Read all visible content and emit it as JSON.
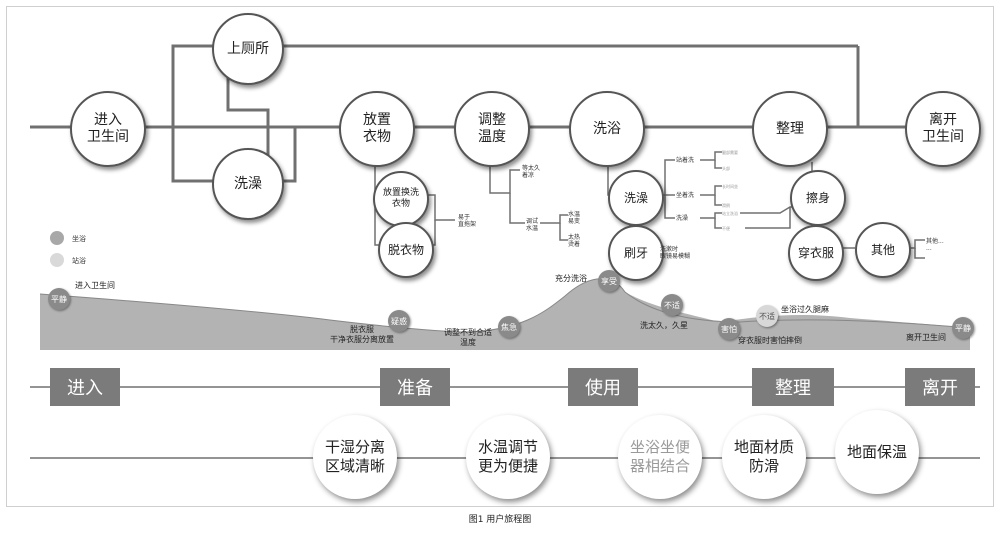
{
  "journey": {
    "enter": "进入\n卫生间",
    "toilet": "上厕所",
    "wash_top": "洗澡",
    "place_clothes": "放置\n衣物",
    "adjust_temp": "调整\n温度",
    "shower": "洗浴",
    "tidy": "整理",
    "leave": "离开\n卫生间",
    "place_change_clothes": "放置换洗\n衣物",
    "undress": "脱衣物",
    "bath": "洗澡",
    "brush": "刷牙",
    "wipe": "擦身",
    "dress": "穿衣服",
    "other": "其他"
  },
  "small_notes": {
    "n1": "易于\n直拖架",
    "n2": "等太久\n着凉",
    "n3": "调试\n水温",
    "n4": "水温\n易变",
    "n5": "太热\n烫着",
    "n6": "站着洗",
    "n7": "坐着洗",
    "n8": "洗澡",
    "n9": "洗漱时\n眼镜易模糊",
    "n10": "其他...\n..."
  },
  "legend": {
    "sit": "坐浴",
    "stand": "站浴"
  },
  "emotions": {
    "calm_left": "平静",
    "doubt": "疑惑",
    "anxious": "焦急",
    "enjoy": "享受",
    "uncomfortable": "不适",
    "afraid": "害怕",
    "uncomfortable2": "不适",
    "calm_right": "平静"
  },
  "emotion_tips": {
    "t1": "进入卫生间",
    "t2": "脱衣服\n干净衣服分离放置",
    "t3": "调整不到合适\n温度",
    "t4": "充分洗浴",
    "t5": "洗太久，久星",
    "t6": "坐浴过久腿麻",
    "t7": "穿衣服时害怕摔倒",
    "t8": "离开卫生间"
  },
  "stages": [
    "进入",
    "准备",
    "使用",
    "整理",
    "离开"
  ],
  "opportunities": [
    "干湿分离\n区域清晰",
    "水温调节\n更为便捷",
    "坐浴坐便\n器相结合",
    "地面材质\n防滑",
    "地面保温"
  ],
  "caption": "图1 用户旅程图"
}
